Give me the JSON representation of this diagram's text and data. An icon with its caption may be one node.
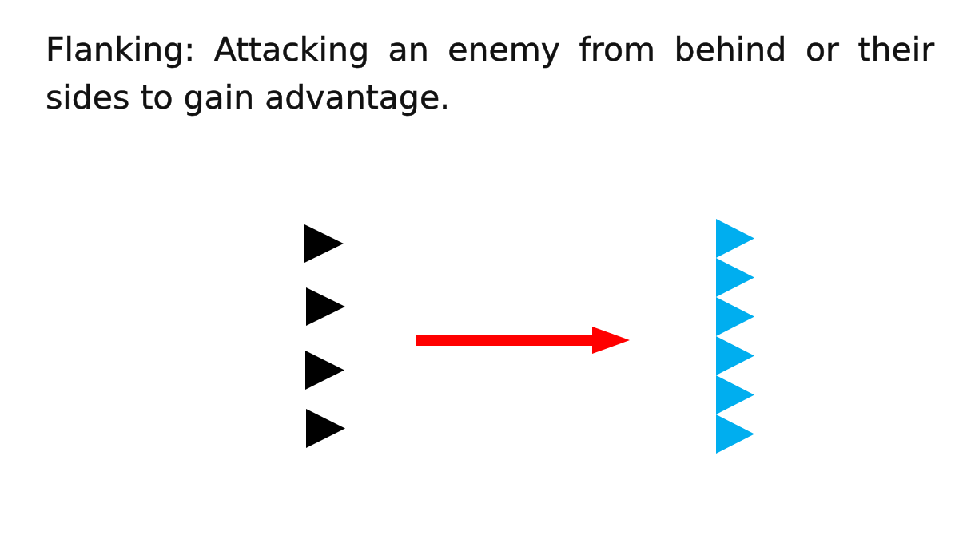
{
  "diagram": {
    "title": "Flanking: Attacking an enemy from behind or their sides to gain advantage.",
    "nodes": [
      {
        "text": [],
        "shape": "triangle"
      },
      {
        "text": [],
        "shape": "triangle"
      },
      {
        "text": [],
        "shape": "triangle"
      },
      {
        "text": [],
        "shape": "triangle"
      },
      {
        "text": [],
        "shape": "triangle"
      },
      {
        "text": [],
        "shape": "triangle"
      },
      {
        "text": [],
        "shape": "triangle"
      },
      {
        "text": [],
        "shape": "triangle"
      },
      {
        "text": [],
        "shape": "triangle"
      },
      {
        "text": [],
        "shape": "triangle"
      }
    ]
  }
}
